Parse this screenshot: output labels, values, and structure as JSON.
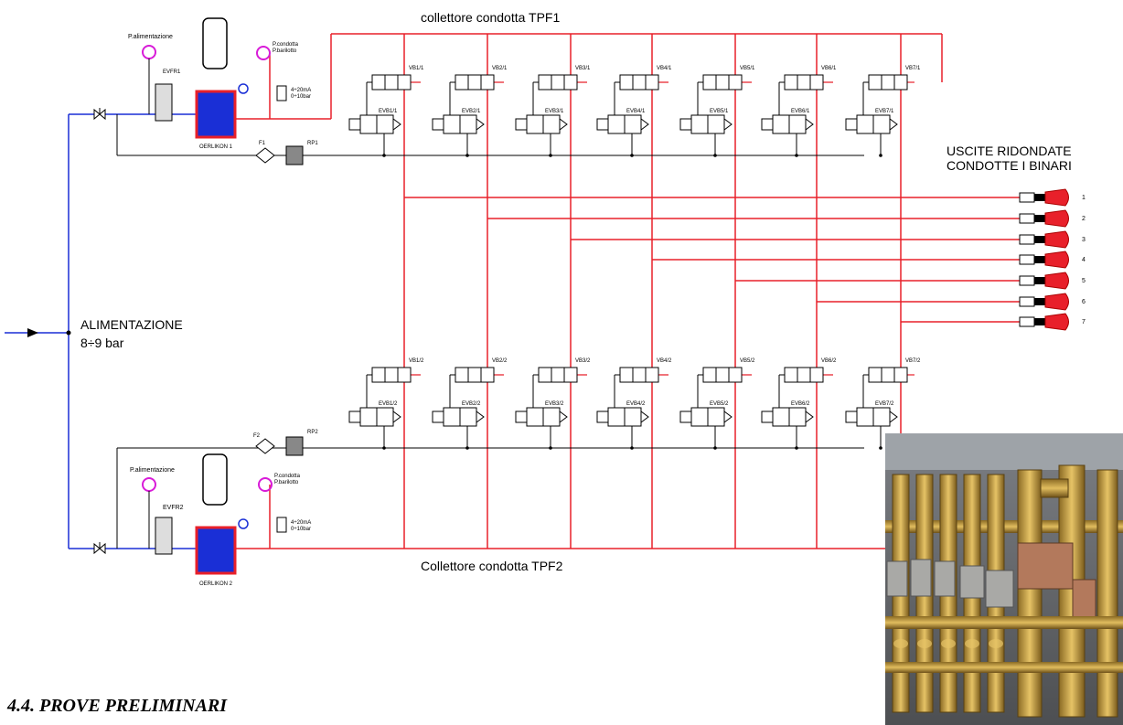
{
  "labels": {
    "collector_top": "collettore condotta TPF1",
    "collector_bottom": "Collettore  condotta TPF2",
    "outputs_title_line1": "USCITE RIDONDATE",
    "outputs_title_line2": "CONDOTTE I BINARI",
    "supply_line1": "ALIMENTAZIONE",
    "supply_line2": "8÷9 bar",
    "section_heading": "4.4. PROVE PRELIMINARI"
  },
  "group1": {
    "p_supply": "P.alimentazione",
    "valve": "EVFR1",
    "p_line": "P.condotta",
    "p_barilotto": "P.barilotto",
    "transducer_line1": "4÷20mA",
    "transducer_line2": "0÷10bar",
    "compressor": "OERLIKON 1",
    "filter": "F1",
    "regulator": "RP1"
  },
  "group2": {
    "p_supply": "P.alimentazione",
    "valve": "EVFR2",
    "p_line": "P.condotta",
    "p_barilotto": "P.barilotto",
    "transducer_line1": "4÷20mA",
    "transducer_line2": "0÷10bar",
    "compressor": "OERLIKON 2",
    "filter": "F2",
    "regulator": "RP2"
  },
  "valves_top": {
    "vb": [
      "VB1/1",
      "VB2/1",
      "VB3/1",
      "VB4/1",
      "VB5/1",
      "VB6/1",
      "VB7/1"
    ],
    "evb": [
      "EVB1/1",
      "EVB2/1",
      "EVB3/1",
      "EVB4/1",
      "EVB5/1",
      "EVB6/1",
      "EVB7/1"
    ]
  },
  "valves_bottom": {
    "vb": [
      "VB1/2",
      "VB2/2",
      "VB3/2",
      "VB4/2",
      "VB5/2",
      "VB6/2",
      "VB7/2"
    ],
    "evb": [
      "EVB1/2",
      "EVB2/2",
      "EVB3/2",
      "EVB4/2",
      "EVB5/2",
      "EVB6/2",
      "EVB7/2"
    ]
  },
  "outputs": [
    "1",
    "2",
    "3",
    "4",
    "5",
    "6",
    "7"
  ],
  "colors": {
    "red_line": "#e8202a",
    "blue_line": "#1a2fd6",
    "black_line": "#000000",
    "gauge_magenta": "#d81bd8"
  }
}
